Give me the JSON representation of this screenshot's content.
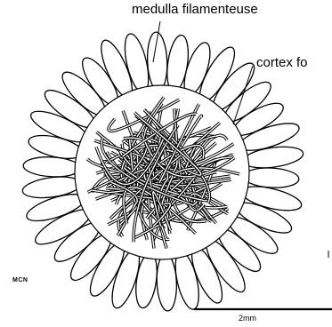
{
  "figure": {
    "labels": {
      "medulla": "medulla filamenteuse",
      "cortex": "cortex fo",
      "initials": "MCN",
      "scale": "2mm"
    },
    "colors": {
      "ink": "#000000",
      "background": "#ffffff"
    }
  }
}
